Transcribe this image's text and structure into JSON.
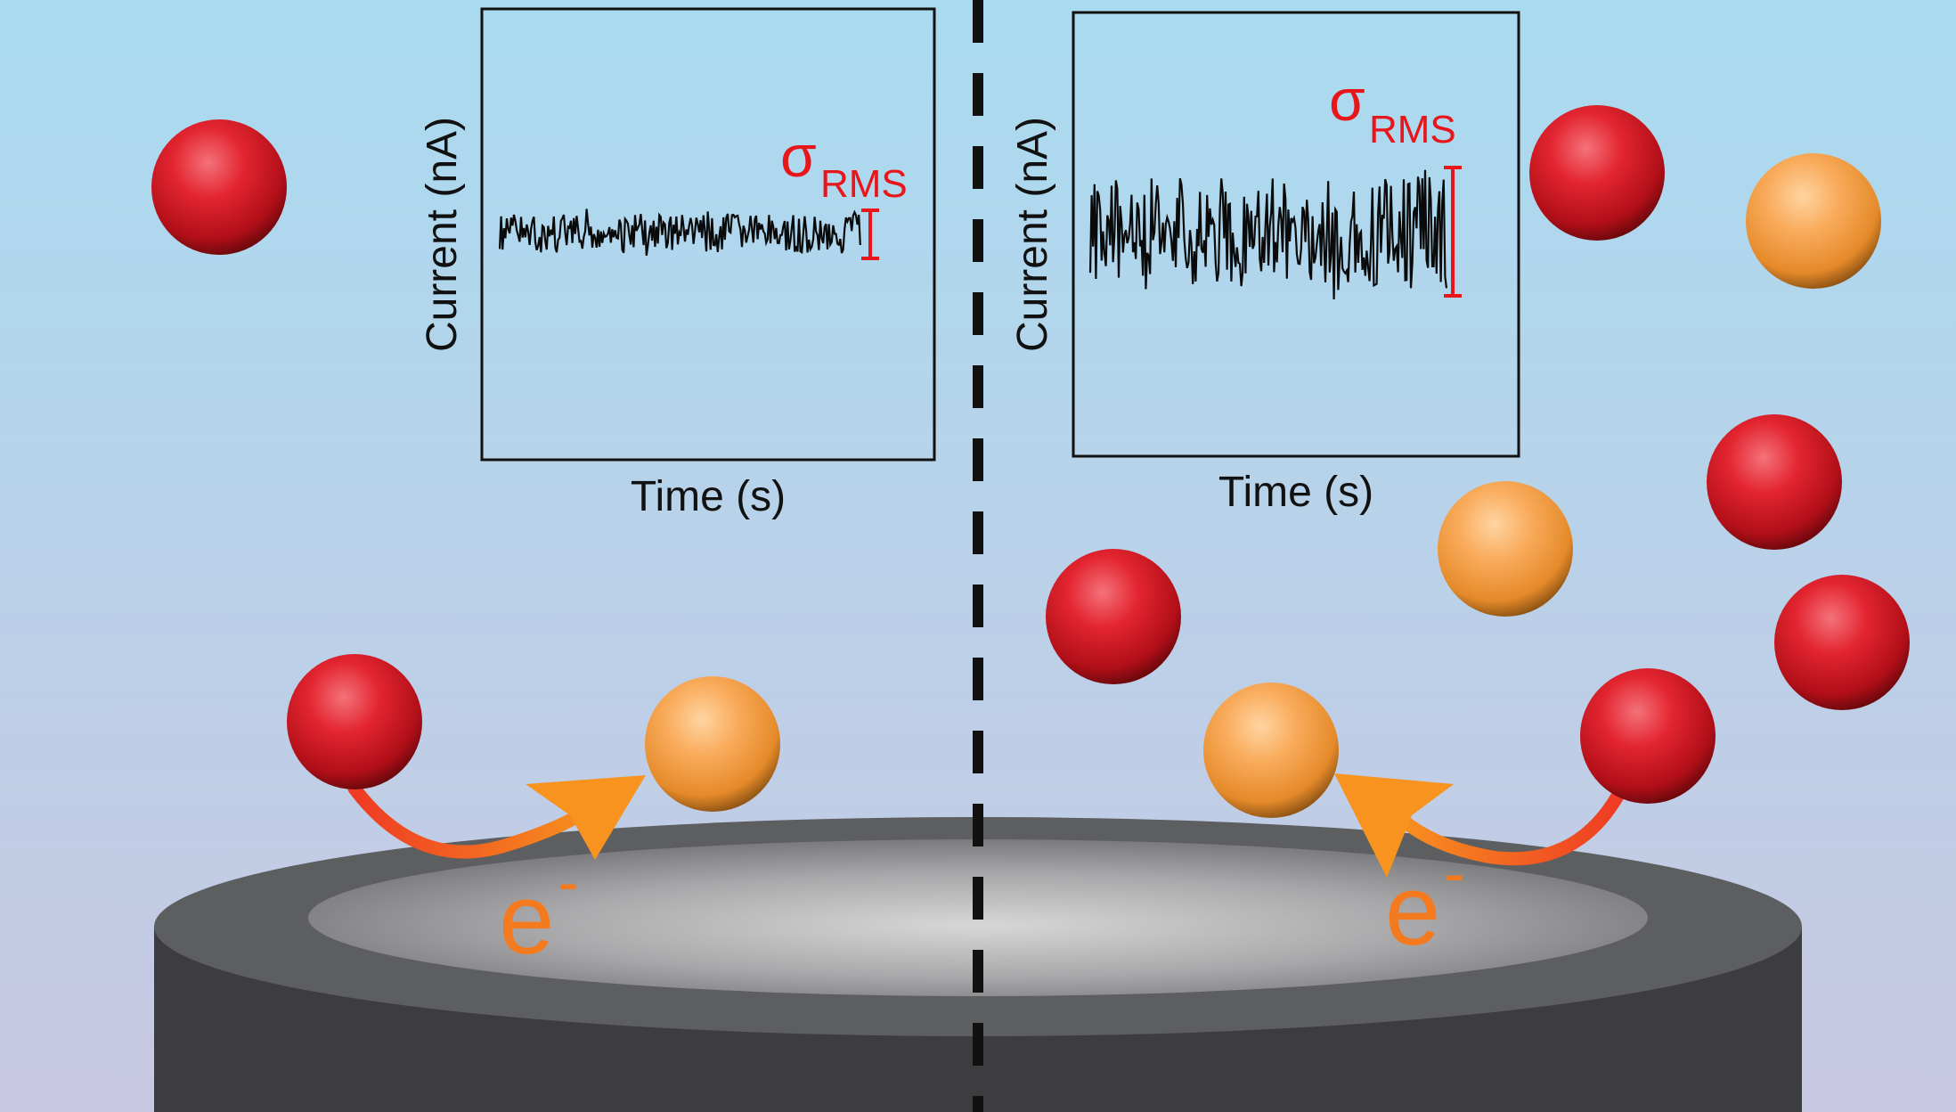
{
  "colors": {
    "bg_top": "#a9dbf0",
    "bg_bottom": "#c9c8e2",
    "reduced_species": "#d8111d",
    "oxidized_species": "#f5a13a",
    "electron_arrow": "#f7931e",
    "sigma_label": "#e8151b",
    "electrode_body": "#3d3d3f",
    "electrode_rim": "#5d5e60"
  },
  "panels": {
    "left": {
      "ylabel": "Current (nA)",
      "xlabel": "Time (s)",
      "sigma_symbol": "σ",
      "sigma_subscript": "RMS",
      "noise_amplitude_relative": 0.35
    },
    "right": {
      "ylabel": "Current (nA)",
      "xlabel": "Time (s)",
      "sigma_symbol": "σ",
      "sigma_subscript": "RMS",
      "noise_amplitude_relative": 1.0
    }
  },
  "electron_labels": {
    "left": {
      "base": "e",
      "superscript": "-"
    },
    "right": {
      "base": "e",
      "superscript": "-"
    }
  },
  "icons": [
    "reduced-species-sphere-icon",
    "oxidized-species-sphere-icon",
    "electron-transfer-arrow-icon"
  ]
}
